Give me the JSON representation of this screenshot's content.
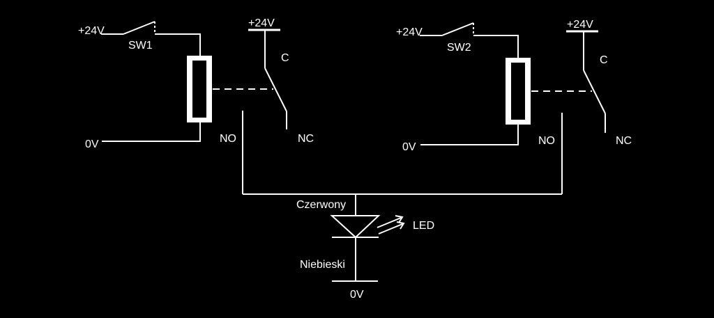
{
  "colors": {
    "background": "#000000",
    "line": "#ffffff"
  },
  "relay_left": {
    "sw_supply": "+24V",
    "switch_label": "SW1",
    "coil_return": "0V",
    "contact_supply": "+24V",
    "common": "C",
    "normally_open": "NO",
    "normally_closed": "NC"
  },
  "relay_right": {
    "sw_supply": "+24V",
    "switch_label": "SW2",
    "coil_return": "0V",
    "contact_supply": "+24V",
    "common": "C",
    "normally_open": "NO",
    "normally_closed": "NC"
  },
  "led": {
    "anode_label": "Czerwony",
    "symbol_label": "LED",
    "cathode_label": "Niebieski",
    "ground_label": "0V"
  }
}
